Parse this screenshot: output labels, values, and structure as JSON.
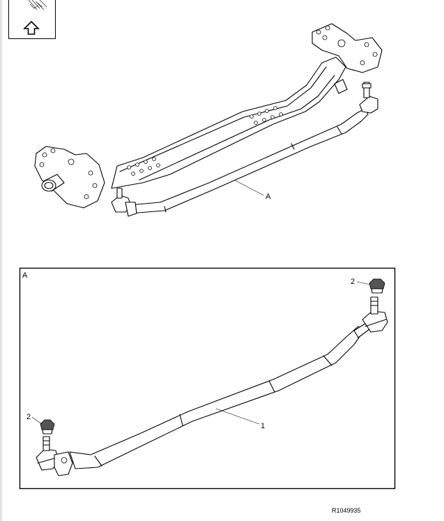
{
  "detail_label": "A",
  "callout_axle_label": "A",
  "callout_tie_rod": "1",
  "callout_nut_right": "2",
  "callout_nut_left": "2",
  "reference_code": "R1049935",
  "nav_icon": "up-arrow-icon",
  "colors": {
    "line": "#000000",
    "background": "#ffffff",
    "sidebar": "#e3e3e3"
  }
}
